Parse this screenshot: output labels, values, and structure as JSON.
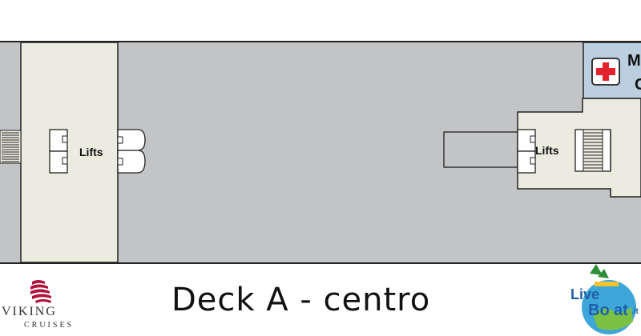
{
  "deck_title": "Deck A - centro",
  "lifts": {
    "left_label": "Lifts",
    "right_label": "Lifts"
  },
  "medical": {
    "label_line1": "M",
    "label_line2": "C"
  },
  "branding": {
    "viking_name": "VIKING",
    "viking_subtitle": "CRUISES",
    "liveboat_part1": "Live",
    "liveboat_part2": "Bo",
    "liveboat_part3": "at",
    "liveboat_suffix": ".it"
  },
  "colors": {
    "deck": "#c3c4c6",
    "lift_area": "#ecebdf",
    "medical_area": "#bccfe0",
    "outline": "#222222",
    "cross": "#e3222c"
  },
  "icons": [
    "red-cross-icon",
    "stairs-icon",
    "viking-ship-icon",
    "liveboat-globe-icon"
  ]
}
